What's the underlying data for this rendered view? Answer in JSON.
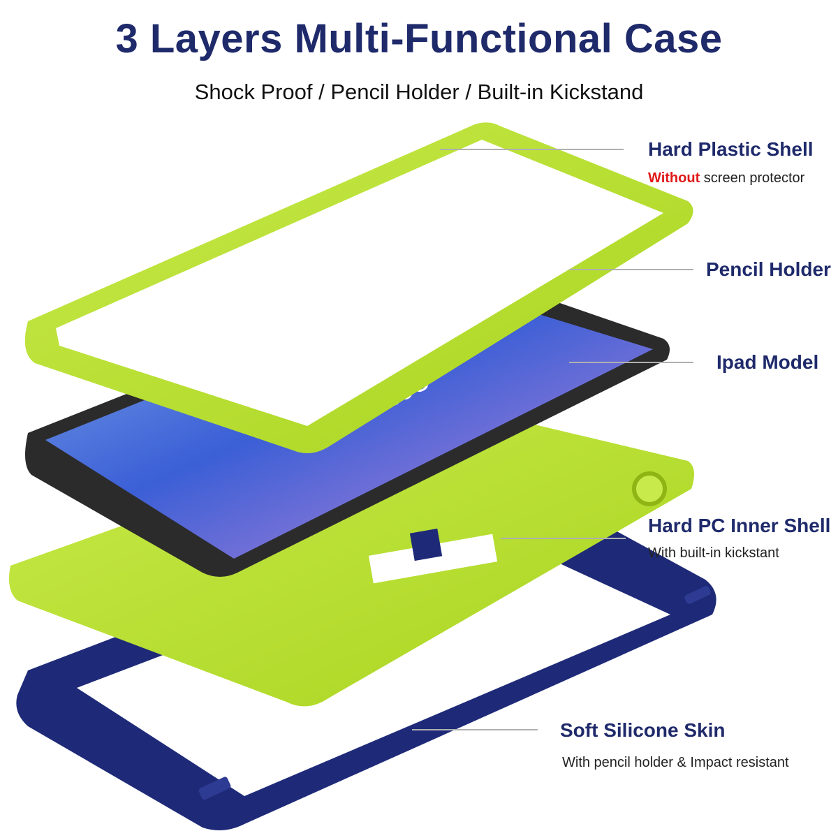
{
  "header": {
    "title": "3 Layers Multi-Functional Case",
    "subtitle": "Shock Proof / Pencil Holder / Built-in Kickstand"
  },
  "callouts": {
    "hard_plastic": {
      "label": "Hard Plastic Shell",
      "sub_emph": "Without",
      "sub_rest": " screen protector"
    },
    "pencil": {
      "label": "Pencil Holder"
    },
    "ipad": {
      "label": "Ipad Model"
    },
    "pc_inner": {
      "label": "Hard PC Inner Shell",
      "sub": "With built-in kickstant"
    },
    "silicone": {
      "label": "Soft Silicone Skin",
      "sub": "With pencil holder & Impact resistant"
    }
  },
  "screen": {
    "time": "10:08"
  },
  "colors": {
    "title_navy": "#1f2a6b",
    "lime": "#b5dd2a",
    "navy_case": "#1e2a78",
    "emphasis_red": "#e01818"
  }
}
